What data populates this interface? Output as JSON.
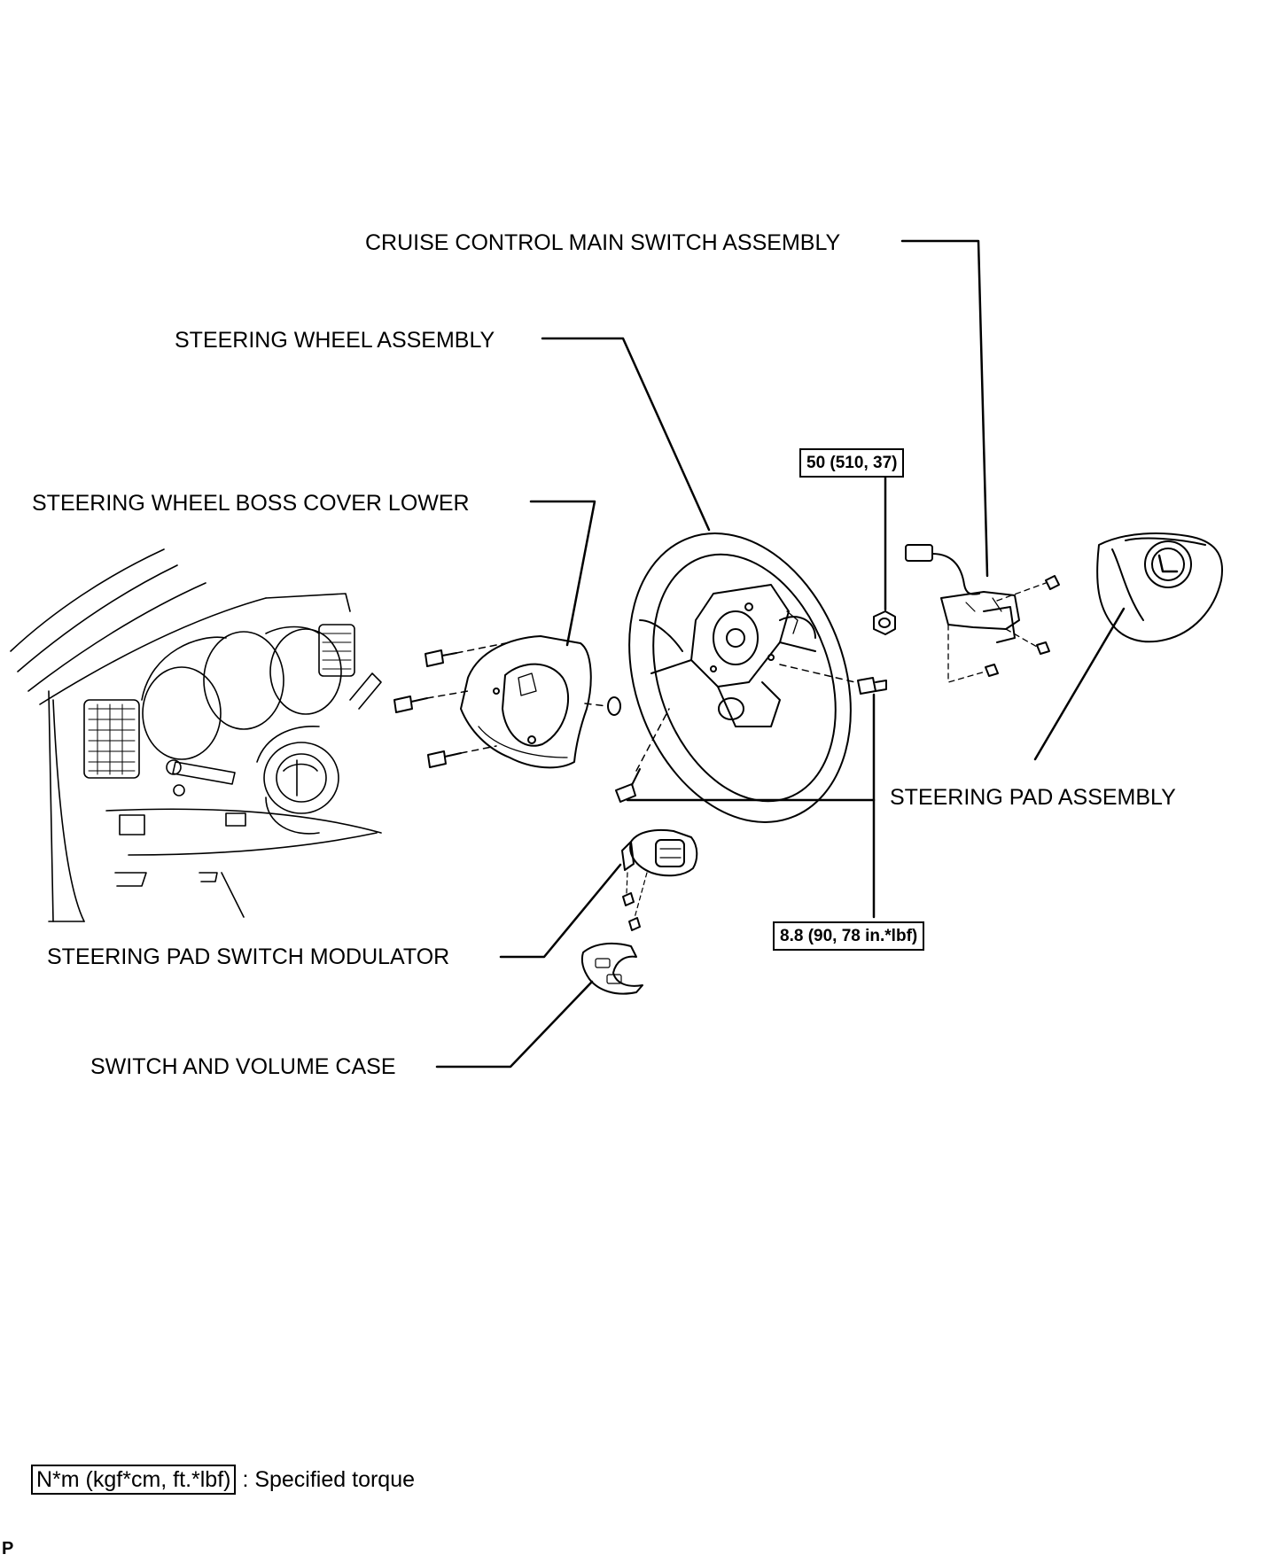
{
  "labels": {
    "cruise_control": "CRUISE CONTROL MAIN SWITCH ASSEMBLY",
    "steering_wheel": "STEERING WHEEL ASSEMBLY",
    "boss_cover": "STEERING WHEEL BOSS COVER LOWER",
    "steering_pad": "STEERING PAD ASSEMBLY",
    "pad_switch_modulator": "STEERING PAD SWITCH MODULATOR",
    "switch_volume_case": "SWITCH AND VOLUME CASE"
  },
  "torques": {
    "nut": "50 (510, 37)",
    "bolts": "8.8 (90, 78 in.*lbf)"
  },
  "legend": {
    "unit_box": "N*m (kgf*cm, ft.*lbf)",
    "text": ": Specified torque"
  },
  "corner_mark": "P"
}
